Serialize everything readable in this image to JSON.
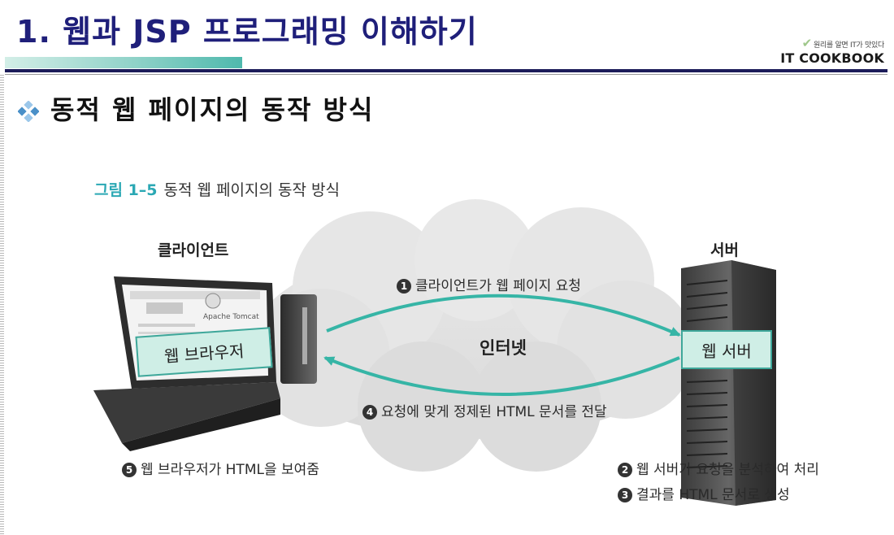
{
  "header": {
    "title": "1. 웹과 JSP 프로그래밍 이해하기",
    "brand_tagline": "원리를 알면 IT가 맛있다",
    "brand_name": "IT COOKBOOK"
  },
  "section": {
    "heading": "동적 웹 페이지의 동작 방식"
  },
  "figure": {
    "number": "그림 1–5",
    "caption": "동적 웹 페이지의 동작 방식",
    "client_label": "클라이언트",
    "server_label": "서버",
    "internet_label": "인터넷",
    "browser_box": "웹 브라우저",
    "webserver_box": "웹 서버",
    "screen_text": "Apache Tomcat",
    "steps": [
      {
        "num": "1",
        "text": "클라이언트가 웹 페이지 요청"
      },
      {
        "num": "2",
        "text": "웹 서버가 요청을 분석하여 처리"
      },
      {
        "num": "3",
        "text": "결과를 HTML 문서로 생성"
      },
      {
        "num": "4",
        "text": "요청에 맞게 정제된 HTML 문서를 전달"
      },
      {
        "num": "5",
        "text": "웹 브라우저가 HTML을 보여줌"
      }
    ]
  },
  "colors": {
    "title": "#1f1f7a",
    "arrow": "#36b5a6",
    "box_fill": "#cfeee6",
    "bullet": "#4a90c8"
  }
}
